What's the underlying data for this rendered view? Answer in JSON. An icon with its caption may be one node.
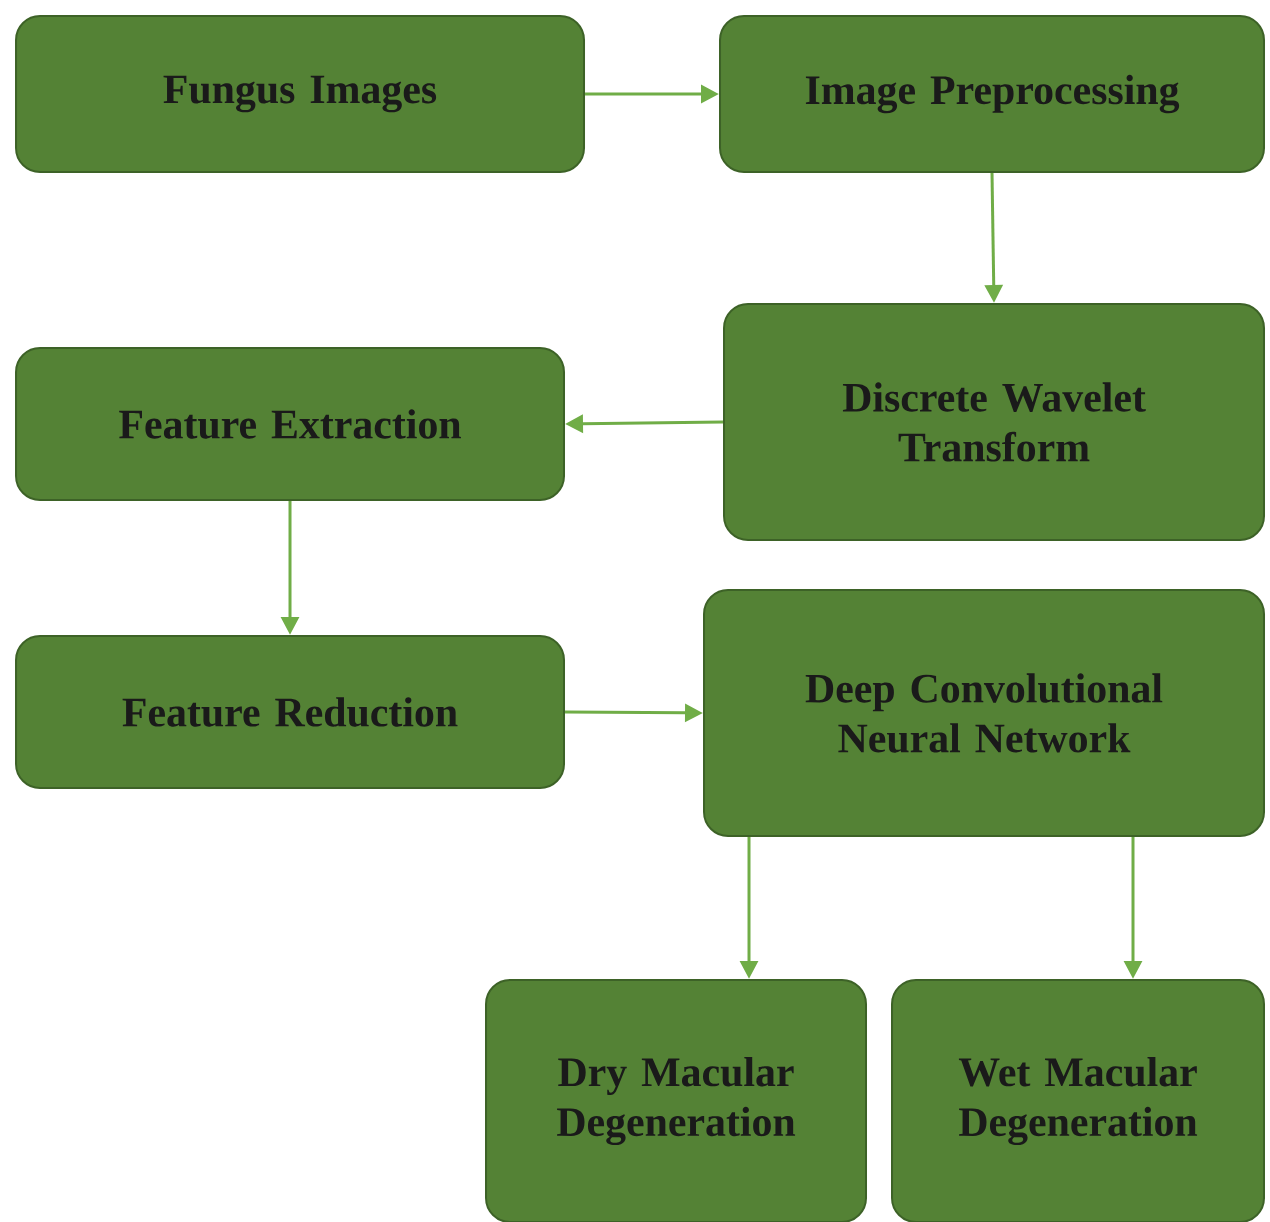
{
  "diagram": {
    "nodes": [
      {
        "text": [
          "Fungus Images"
        ]
      },
      {
        "text": [
          "Image Preprocessing"
        ]
      },
      {
        "text": [
          "Discrete Wavelet Transform"
        ]
      },
      {
        "text": [
          "Feature Extraction"
        ]
      },
      {
        "text": [
          "Feature Reduction"
        ]
      },
      {
        "text": [
          "Deep Convolutional Neural Network"
        ]
      },
      {
        "text": [
          "Dry Macular Degeneration"
        ]
      },
      {
        "text": [
          "Wet Macular Degeneration"
        ]
      }
    ],
    "edges": [
      {
        "from": 0,
        "to": 1,
        "arrow": "to"
      },
      {
        "from": 1,
        "to": 2,
        "arrow": "to"
      },
      {
        "from": 2,
        "to": 3,
        "arrow": "to"
      },
      {
        "from": 3,
        "to": 4,
        "arrow": "to"
      },
      {
        "from": 4,
        "to": 5,
        "arrow": "to"
      },
      {
        "from": 5,
        "to": 6,
        "arrow": "to"
      },
      {
        "from": 5,
        "to": 7,
        "arrow": "to"
      }
    ]
  }
}
